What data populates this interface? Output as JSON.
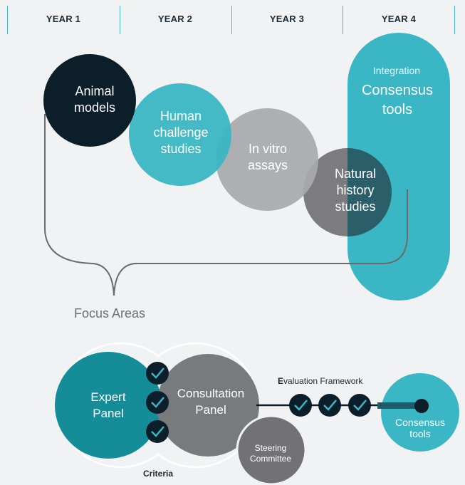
{
  "timeline": {
    "years": [
      "YEAR 1",
      "YEAR 2",
      "YEAR 3",
      "YEAR 4"
    ]
  },
  "focus": {
    "animal": [
      "Animal",
      "models"
    ],
    "human": [
      "Human",
      "challenge",
      "studies"
    ],
    "invitro": [
      "In vitro",
      "assays"
    ],
    "natural": [
      "Natural",
      "history",
      "studies"
    ],
    "integration_label": "Integration",
    "consensus": [
      "Consensus",
      "tools"
    ],
    "caption": "Focus Areas"
  },
  "process": {
    "expert": [
      "Expert",
      "Panel"
    ],
    "consultation": [
      "Consultation",
      "Panel"
    ],
    "steering": [
      "Steering",
      "Committee"
    ],
    "criteria": "Criteria",
    "evaluation_bold": "E",
    "evaluation_rest": "valuation Framework",
    "consensus": [
      "Consensus",
      "tools"
    ]
  },
  "colors": {
    "dark": "#0d1e2b",
    "teal": "#3bb6c4",
    "gray": "#a8a9ab",
    "darkgray": "#727274",
    "deepteal": "#148d98",
    "line": "#6b6b6d"
  }
}
